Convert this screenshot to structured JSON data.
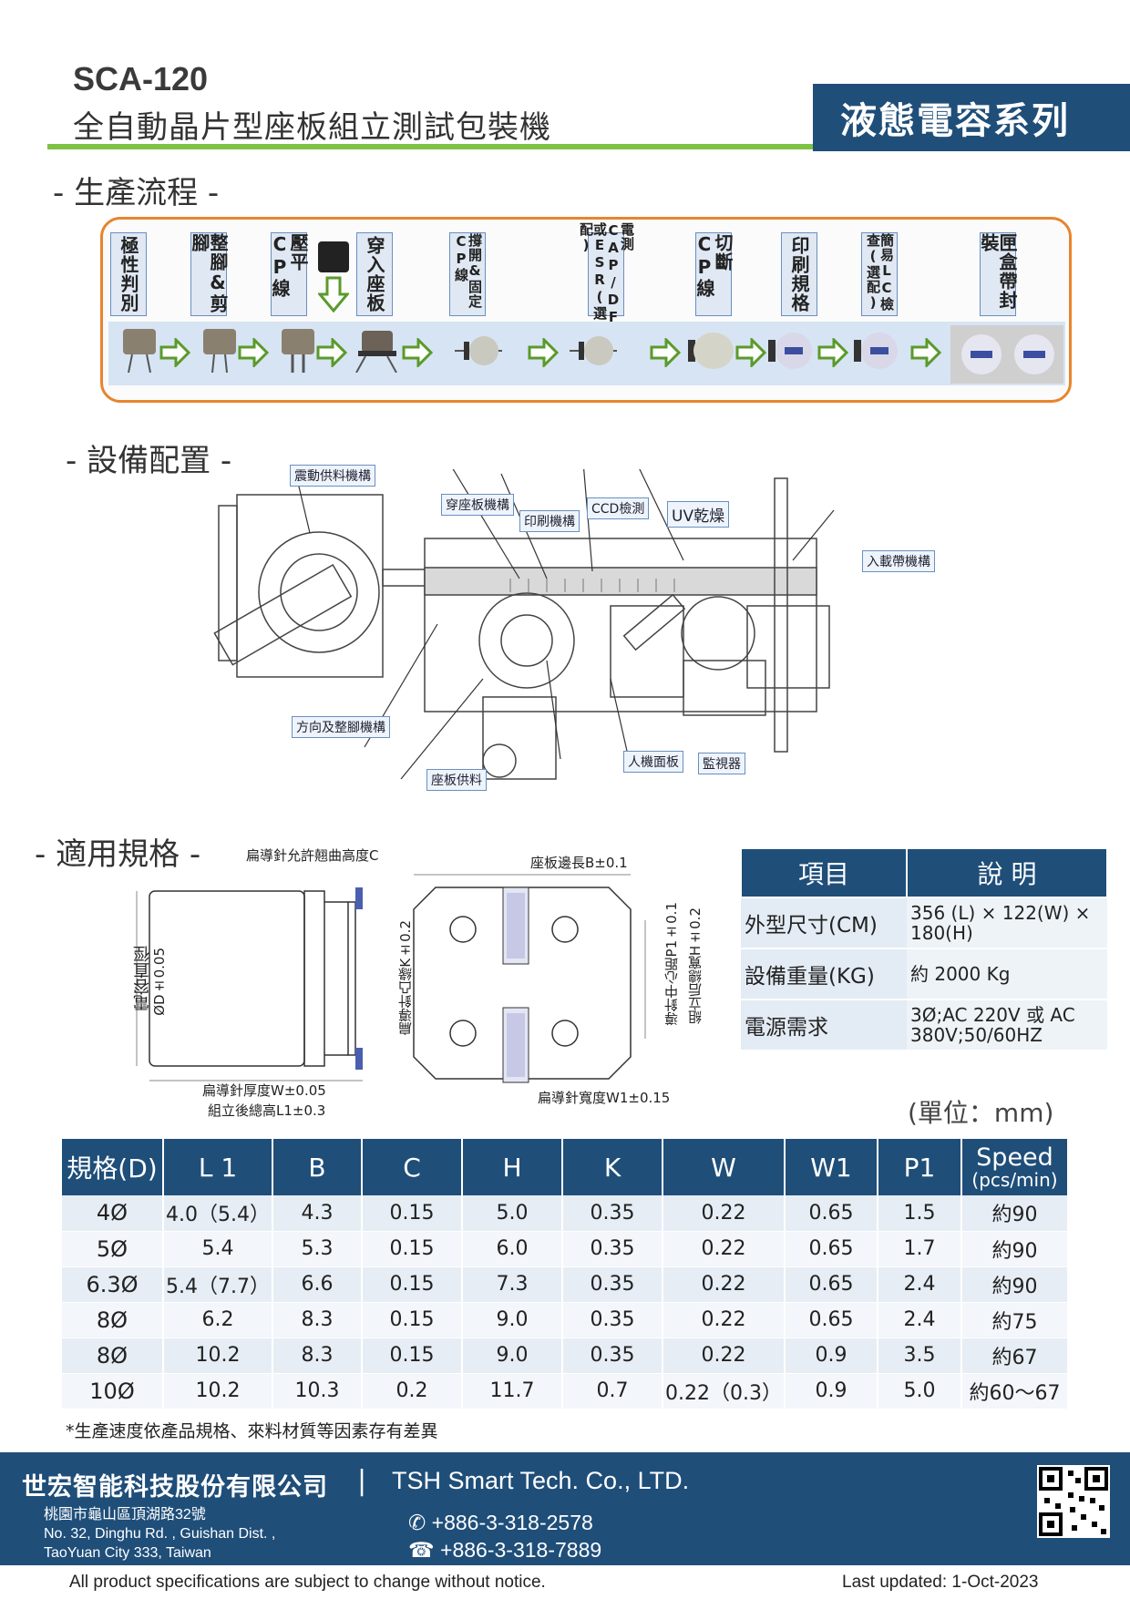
{
  "header": {
    "model": "SCA-120",
    "subtitle": "全自動晶片型座板組立測試包裝機",
    "series": "液態電容系列"
  },
  "sections": {
    "process": "- 生產流程 -",
    "equipment": "- 設備配置 -",
    "specs": "- 適用規格 -"
  },
  "process_steps": [
    {
      "label": "極性判別"
    },
    {
      "label": "整腳&剪腳"
    },
    {
      "label": "壓平CP線"
    },
    {
      "label": "穿入座板"
    },
    {
      "label": "撐開&固定CP線"
    },
    {
      "label": "電測CAP/DF或ESR(選配)"
    },
    {
      "label": "切斷CP線"
    },
    {
      "label": "印刷規格"
    },
    {
      "label": "簡易LC檢查(選配)"
    },
    {
      "label": "匣盒帶封裝"
    }
  ],
  "equipment_labels": {
    "vibration_feeder": "震動供料機構",
    "insert_plate": "穿座板機構",
    "printing": "印刷機構",
    "ccd": "CCD檢測",
    "uv": "UV乾燥",
    "tape_in": "入載帶機構",
    "direction": "方向及整腳機構",
    "hmi": "人機面板",
    "monitor": "監視器",
    "plate_supply": "座板供料"
  },
  "drawing_labels": {
    "bend_c": "扁導針允許翹曲高度C",
    "diameter": "電容直徑",
    "diameter_tol": "ØD±0.05",
    "thickness_w": "扁導針厚度W±0.05",
    "height_l1": "組立後總高L1±0.3",
    "plate_b": "座板邊長B±0.1",
    "edge_k": "扁導針凸緣K±0.2",
    "width_w1": "扁導針寬度W1±0.15",
    "pitch_p1": "導針中心距P1±0.1",
    "height_h": "組立后總寬H±0.2"
  },
  "spec_table": {
    "headers": [
      "項目",
      "說 明"
    ],
    "rows": [
      {
        "item": "外型尺寸(CM)",
        "desc": "356 (L) × 122(W) × 180(H)"
      },
      {
        "item": "設備重量(KG)",
        "desc": "約 2000 Kg"
      },
      {
        "item": "電源需求",
        "desc": "3Ø;AC 220V 或 AC 380V;50/60HZ"
      }
    ]
  },
  "unit_note": "(單位：mm)",
  "main_table": {
    "headers": [
      "規格(D)",
      "L 1",
      "B",
      "C",
      "H",
      "K",
      "W",
      "W1",
      "P1"
    ],
    "speed_header": "Speed",
    "speed_unit": "(pcs/min)",
    "rows": [
      [
        "4Ø",
        "4.0（5.4）",
        "4.3",
        "0.15",
        "5.0",
        "0.35",
        "0.22",
        "0.65",
        "1.5",
        "約90"
      ],
      [
        "5Ø",
        "5.4",
        "5.3",
        "0.15",
        "6.0",
        "0.35",
        "0.22",
        "0.65",
        "1.7",
        "約90"
      ],
      [
        "6.3Ø",
        "5.4（7.7）",
        "6.6",
        "0.15",
        "7.3",
        "0.35",
        "0.22",
        "0.65",
        "2.4",
        "約90"
      ],
      [
        "8Ø",
        "6.2",
        "8.3",
        "0.15",
        "9.0",
        "0.35",
        "0.22",
        "0.65",
        "2.4",
        "約75"
      ],
      [
        "8Ø",
        "10.2",
        "8.3",
        "0.15",
        "9.0",
        "0.35",
        "0.22",
        "0.9",
        "3.5",
        "約67"
      ],
      [
        "10Ø",
        "10.2",
        "10.3",
        "0.2",
        "11.7",
        "0.7",
        "0.22（0.3）",
        "0.9",
        "5.0",
        "約60～67"
      ]
    ]
  },
  "footnote": "*生產速度依產品規格、來料材質等因素存有差異",
  "footer": {
    "company_zh": "世宏智能科技股份有限公司",
    "divider": "|",
    "company_en": "TSH Smart Tech. Co., LTD.",
    "address_zh": "桃園市龜山區頂湖路32號",
    "address_en1": "No. 32, Dinghu Rd. , Guishan Dist. ,",
    "address_en2": "TaoYuan City 333, Taiwan",
    "phone": "+886-3-318-2578",
    "fax": "+886-3-318-7889",
    "disclaimer": "All product specifications are subject to change without notice.",
    "updated": "Last updated: 1-Oct-2023"
  },
  "colors": {
    "navy": "#1f4e79",
    "green_rule": "#7cc243",
    "orange_frame": "#e8842c"
  }
}
